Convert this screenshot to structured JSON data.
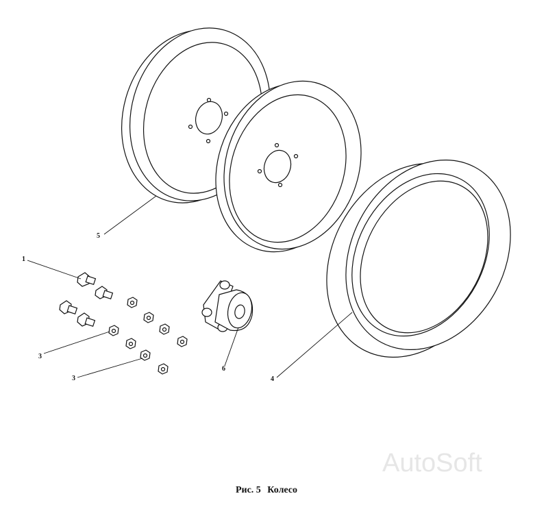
{
  "figure": {
    "caption_number": "Рис. 5",
    "caption_title": "Колесо"
  },
  "callouts": {
    "rim_left": "5",
    "bolts": "1",
    "nut_a": "3",
    "nut_b": "3",
    "hub": "6",
    "tire": "4"
  },
  "watermark": "AutoSoft"
}
